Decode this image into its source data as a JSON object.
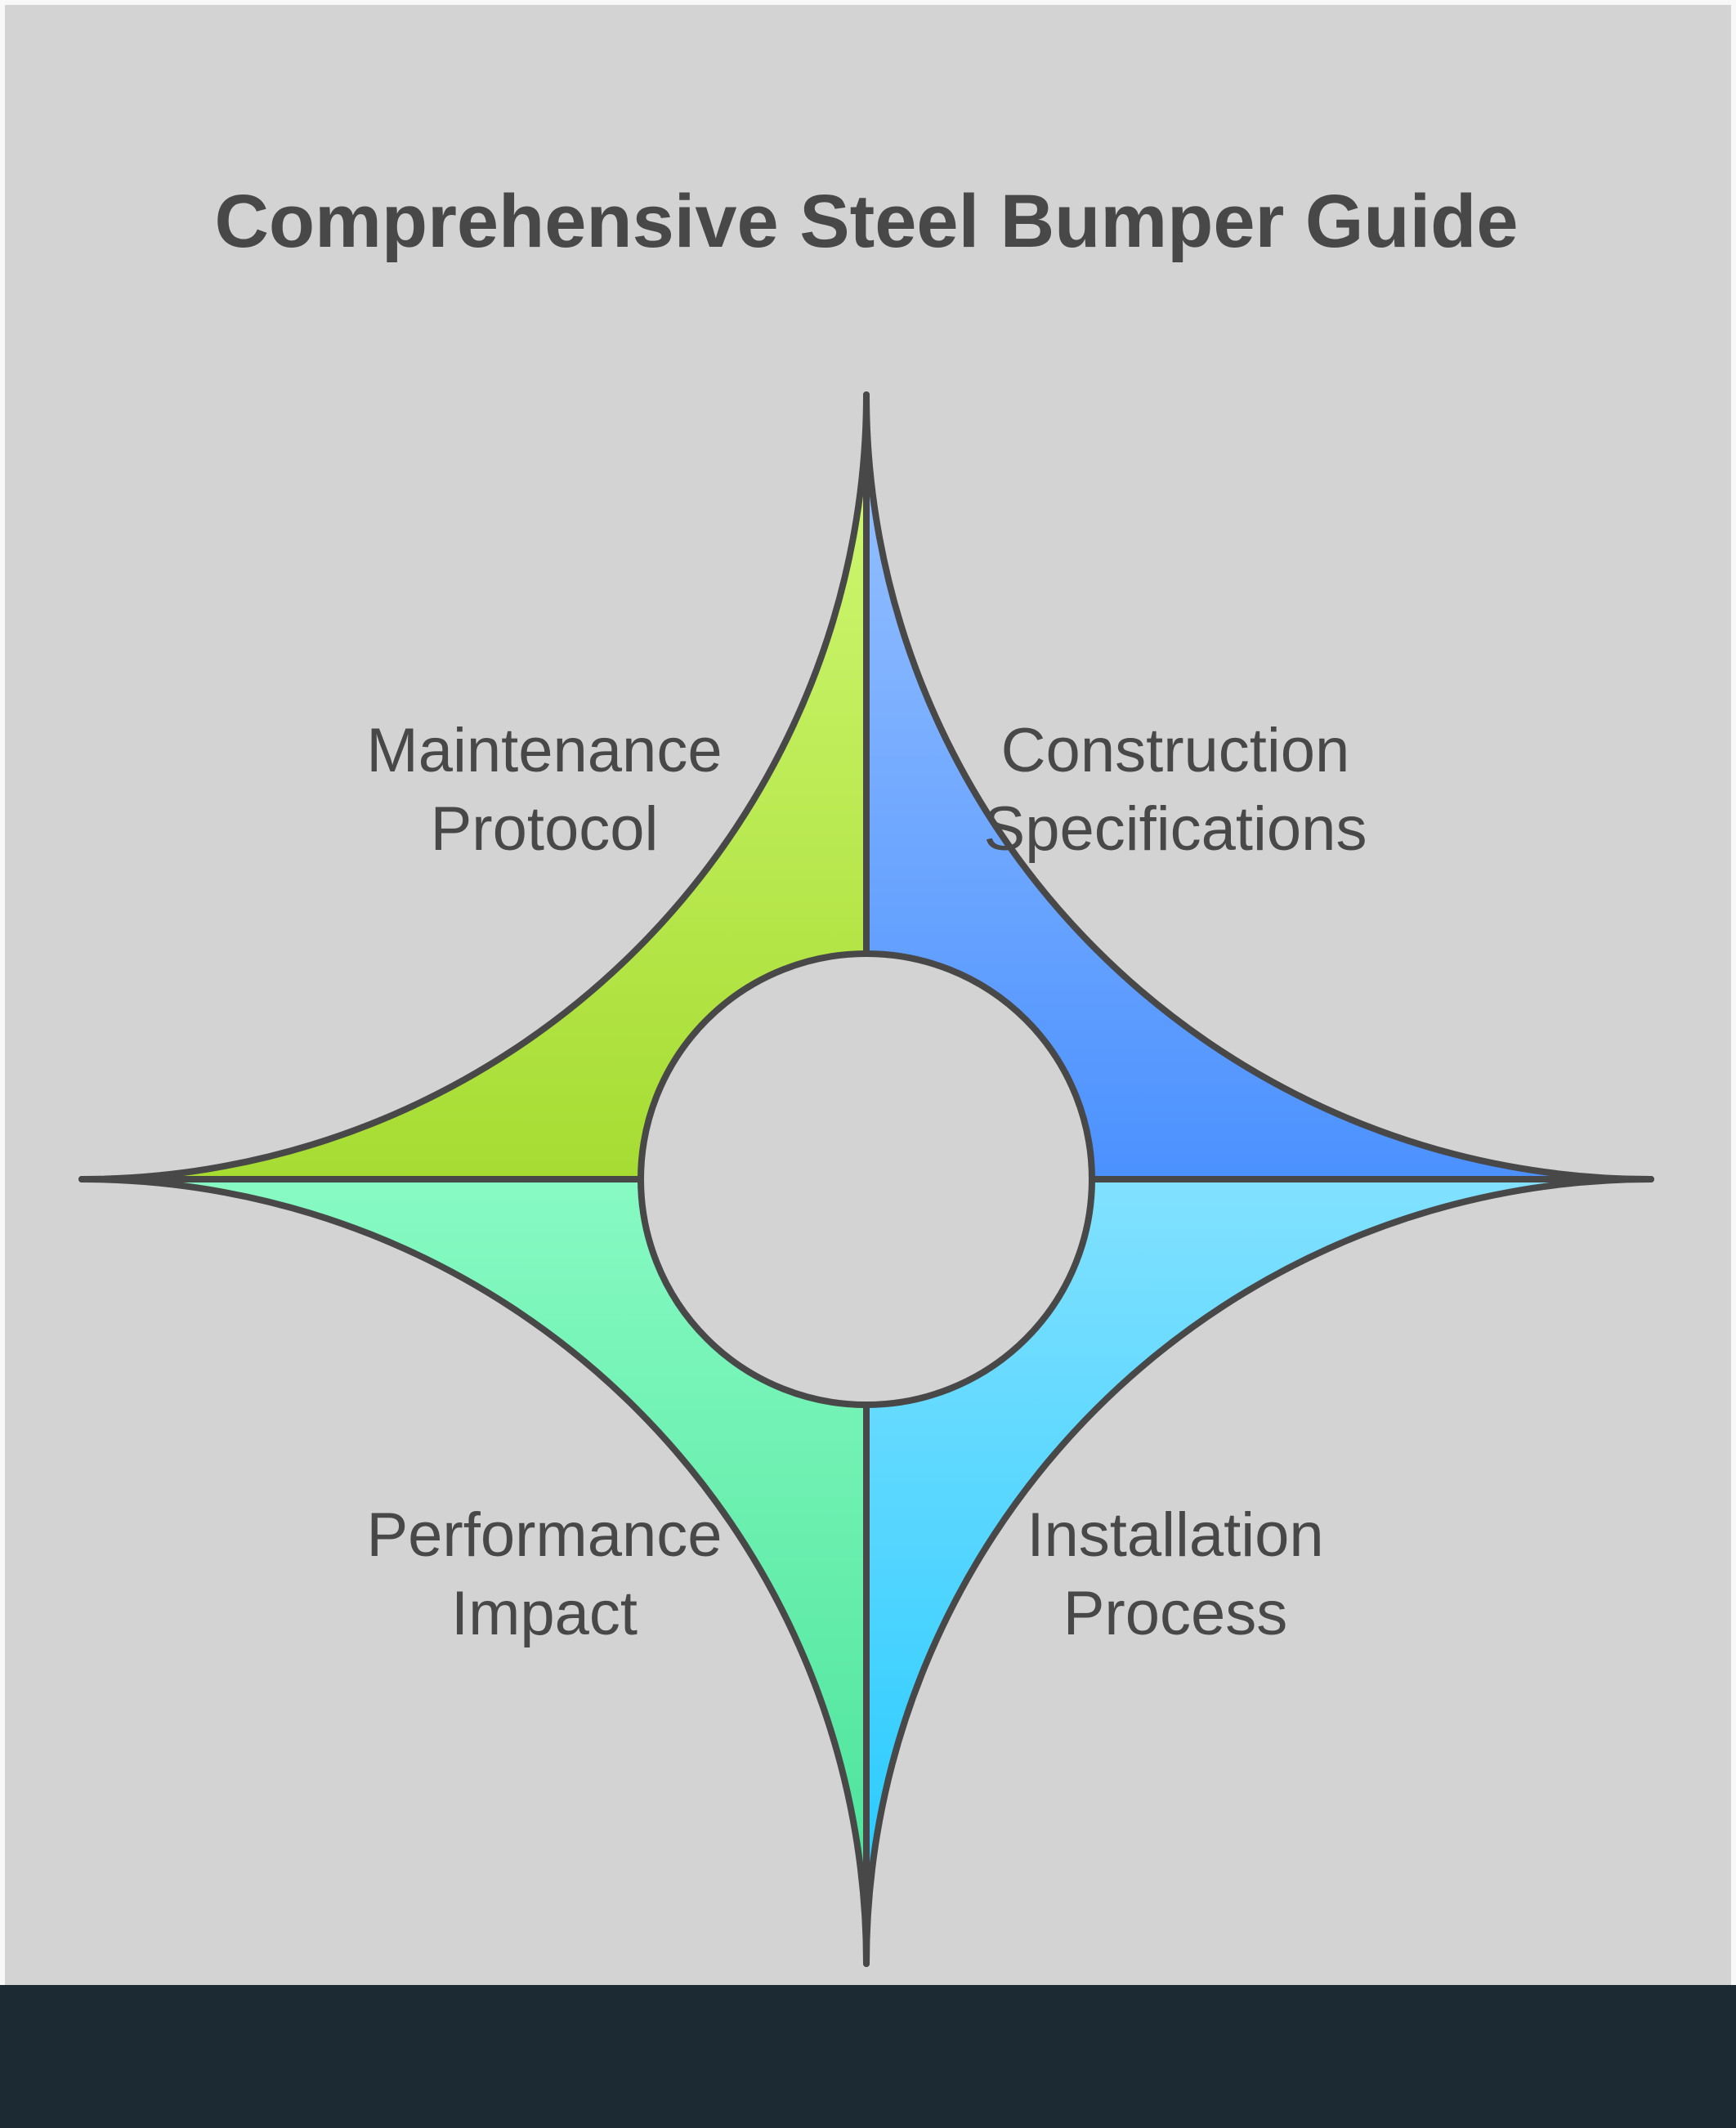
{
  "title": "Comprehensive Steel Bumper Guide",
  "quadrants": [
    {
      "id": "maintenance",
      "lines": [
        "Maintenance",
        "Protocol"
      ],
      "colors": [
        "#d2fa78",
        "#a6dc32"
      ]
    },
    {
      "id": "construction",
      "lines": [
        "Construction",
        "Specifications"
      ],
      "colors": [
        "#9cc4ff",
        "#4b91ff"
      ]
    },
    {
      "id": "performance",
      "lines": [
        "Performance",
        "Impact"
      ],
      "colors": [
        "#87fac3",
        "#46e196"
      ]
    },
    {
      "id": "installation",
      "lines": [
        "Installation",
        "Process"
      ],
      "colors": [
        "#82e1ff",
        "#1ec8ff"
      ]
    }
  ],
  "stroke_color": "#484848"
}
